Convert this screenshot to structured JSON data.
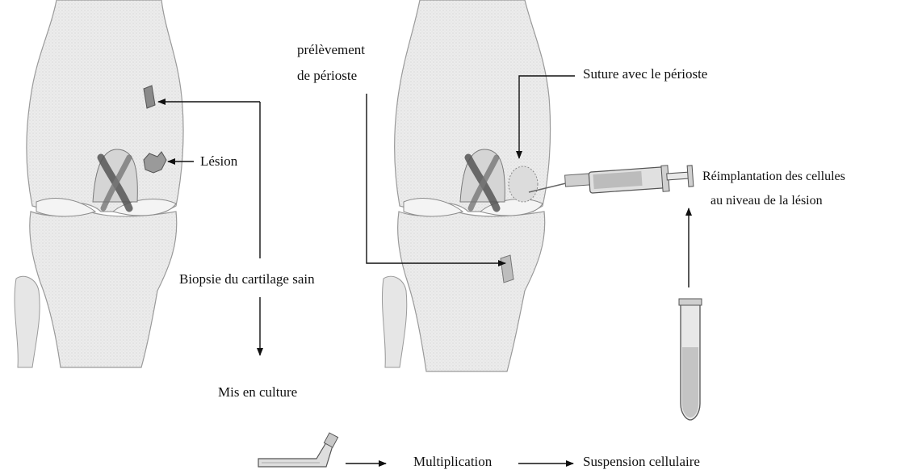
{
  "labels": {
    "lesion": "Lésion",
    "biopsy": "Biopsie du cartilage sain",
    "periosteum_harvest_line1": "prélèvement",
    "periosteum_harvest_line2": "de périoste",
    "suture": "Suture avec le périoste",
    "reimplant_line1": "Réimplantation des cellules",
    "reimplant_line2": "au niveau de la lésion",
    "culture": "Mis en culture",
    "multiplication": "Multiplication",
    "suspension": "Suspension cellulaire"
  },
  "colors": {
    "bone_fill": "#ececec",
    "bone_stroke": "#9a9a9a",
    "cartilage": "#f6f6f6",
    "ligament": "#6b6b6b",
    "arrow": "#111111",
    "text": "#111111"
  }
}
